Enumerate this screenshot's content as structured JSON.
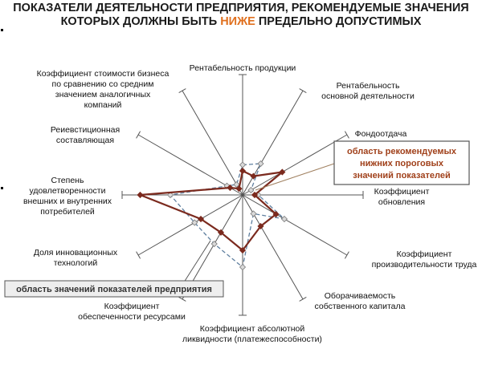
{
  "title": {
    "line1": "ПОКАЗАТЕЛИ ДЕЯТЕЛЬНОСТИ ПРЕДПРИЯТИЯ, РЕКОМЕНДУЕМЫЕ ЗНАЧЕНИЯ",
    "line2_before": "КОТОРЫХ ДОЛЖНЫ БЫТЬ ",
    "line2_accent": "НИЖЕ",
    "line2_after": " ПРЕДЕЛЬНО ДОПУСТИМЫХ"
  },
  "colors": {
    "accent": "#e0701f",
    "enterprise_series": "#7b2a1e",
    "threshold_series": "#5f7f9f",
    "axis": "#555555",
    "callout_border": "#555555",
    "enterprise_callout_fill": "#eeeeee"
  },
  "callouts": {
    "threshold": [
      "область рекомендуемых",
      "нижних пороговых",
      "значений показателей"
    ],
    "enterprise": "область значений показателей предприятия"
  },
  "chart_data": {
    "type": "radar",
    "axes": [
      {
        "label": [
          "Рентабельность продукции"
        ]
      },
      {
        "label": [
          "Рентабельность",
          "основной деятельности"
        ]
      },
      {
        "label": [
          "Фондоотдача"
        ]
      },
      {
        "label": [
          "Коэффициент",
          "обновления"
        ]
      },
      {
        "label": [
          "Коэффициент",
          "производительности труда"
        ]
      },
      {
        "label": [
          "Оборачиваемость",
          "собственного капитала"
        ]
      },
      {
        "label": [
          "Коэффициент абсолютной",
          "ликвидности (платежеспособности)"
        ]
      },
      {
        "label": [
          "Коэффициент",
          "обеспеченности ресурсами"
        ]
      },
      {
        "label": [
          "Доля инновационных",
          "технологий"
        ]
      },
      {
        "label": [
          "Степень",
          "удовлетворенности",
          "внешних и внутренних",
          "потребителей"
        ]
      },
      {
        "label": [
          "Реиевстиционная",
          "составляющая"
        ]
      },
      {
        "label": [
          "Коэффициент стоимости бизнеса",
          "по сравнению со средним",
          "значением аналогичных",
          "компаний"
        ]
      }
    ],
    "range": [
      0,
      1
    ],
    "series": [
      {
        "values": [
          0.2,
          0.18,
          0.38,
          0.1,
          0.32,
          0.3,
          0.46,
          0.36,
          0.4,
          0.85,
          0.12,
          0.06
        ]
      },
      {
        "values": [
          0.25,
          0.3,
          0.08,
          0.13,
          0.4,
          0.18,
          0.6,
          0.47,
          0.46,
          0.6,
          0.15,
          0.1
        ]
      }
    ]
  }
}
